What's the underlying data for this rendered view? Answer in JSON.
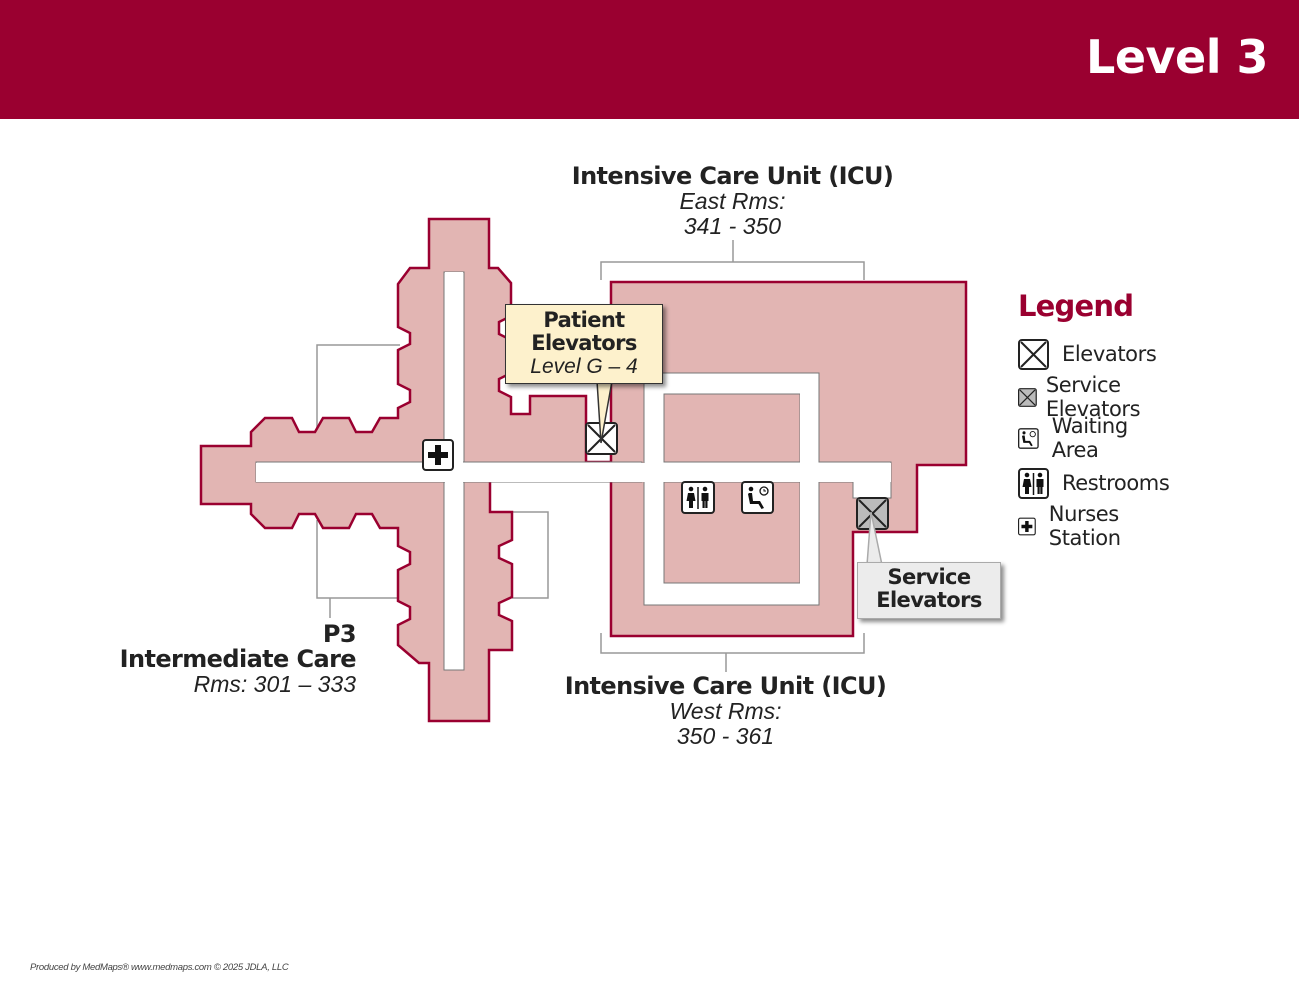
{
  "header": {
    "title": "Level 3"
  },
  "colors": {
    "brand": "#9a0030",
    "floor_fill": "#e2b5b3",
    "wall": "#9a0030",
    "corridor": "#ffffff",
    "callout_patient": "#fdf1cc",
    "callout_service": "#ececec"
  },
  "labels": {
    "icu_east": {
      "name": "Intensive Care Unit (ICU)",
      "sub": "East Rms:",
      "rooms": "341 - 350"
    },
    "icu_west": {
      "name": "Intensive Care Unit (ICU)",
      "sub": "West Rms:",
      "rooms": "350 - 361"
    },
    "p3": {
      "code": "P3",
      "name": "Intermediate Care",
      "rooms": "Rms: 301 – 333"
    }
  },
  "callouts": {
    "patient_elevators": {
      "line1": "Patient",
      "line2": "Elevators",
      "line3": "Level G – 4"
    },
    "service_elevators": {
      "line1": "Service",
      "line2": "Elevators"
    }
  },
  "map_icons": [
    {
      "type": "elevator-icon",
      "label": "Patient Elevators"
    },
    {
      "type": "service-elevator-icon",
      "label": "Service Elevators"
    },
    {
      "type": "restrooms-icon",
      "label": "Restrooms"
    },
    {
      "type": "waiting-area-icon",
      "label": "Waiting Area"
    },
    {
      "type": "nurses-station-icon",
      "label": "Nurses Station"
    }
  ],
  "legend": {
    "title": "Legend",
    "items": [
      {
        "icon": "elevator-icon",
        "label": "Elevators"
      },
      {
        "icon": "service-elevator-icon",
        "label": "Service Elevators"
      },
      {
        "icon": "waiting-area-icon",
        "label": "Waiting Area"
      },
      {
        "icon": "restrooms-icon",
        "label": "Restrooms"
      },
      {
        "icon": "nurses-station-icon",
        "label": "Nurses Station"
      }
    ]
  },
  "footer": {
    "credit": "Produced by MedMaps®  www.medmaps.com   © 2025 JDLA, LLC"
  }
}
